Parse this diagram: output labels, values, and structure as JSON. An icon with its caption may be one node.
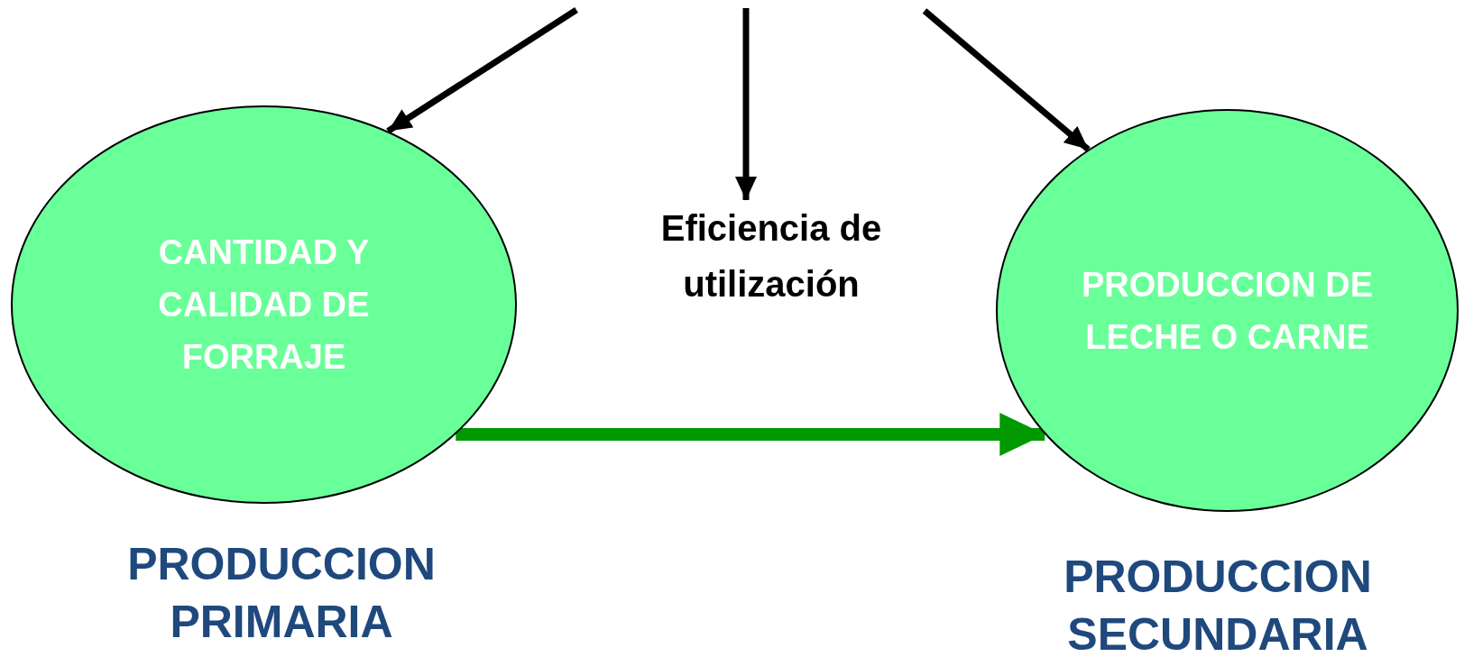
{
  "diagram": {
    "nodes": [
      {
        "text": [
          "CANTIDAD Y CALIDAD DE FORRAJE"
        ],
        "beside": [
          "PRODUCCION PRIMARIA"
        ]
      },
      {
        "text": [
          "Eficiencia de utilización"
        ]
      },
      {
        "text": [
          "PRODUCCION DE LECHE O CARNE"
        ],
        "beside": [
          "PRODUCCION SECUNDARIA"
        ]
      }
    ],
    "edges": [
      {
        "from": null,
        "to": 0,
        "arrow": "to"
      },
      {
        "from": null,
        "to": 1,
        "arrow": "to"
      },
      {
        "from": null,
        "to": 2,
        "arrow": "to"
      },
      {
        "from": 0,
        "to": 2,
        "arrow": "to",
        "style": "thick",
        "color": "#009900"
      }
    ]
  }
}
